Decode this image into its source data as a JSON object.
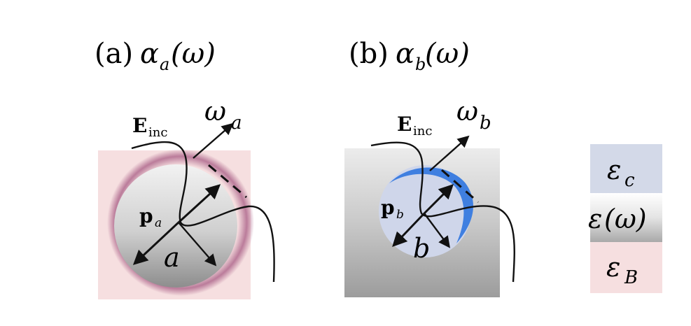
{
  "panel_a": {
    "label": "(a)",
    "alpha": "α",
    "alpha_sub": "a",
    "omega_arg": "(ω)",
    "e_inc_bold": "E",
    "e_inc_sub": "inc",
    "omega": "ω",
    "omega_sub": "a",
    "p_bold": "p",
    "p_sub": "a",
    "radius": "a"
  },
  "panel_b": {
    "label": "(b)",
    "alpha": "α",
    "alpha_sub": "b",
    "omega_arg": "(ω)",
    "e_inc_bold": "E",
    "e_inc_sub": "inc",
    "omega": "ω",
    "omega_sub": "b",
    "p_bold": "p",
    "p_sub": "b",
    "radius": "b"
  },
  "legend": {
    "core": {
      "symbol": "ε",
      "sub": "c"
    },
    "shell": {
      "symbol": "ε",
      "arg": "(ω)"
    },
    "background": {
      "symbol": "ε",
      "sub": "B"
    }
  },
  "colors": {
    "background_a": "#f6dfe0",
    "shell_a": "#b06a8e",
    "background_b_top": "#e6e6e6",
    "background_b_bottom": "#a8a8a8",
    "shell_b": "#3f7fe0",
    "core_b": "#cfd6ea",
    "legend_core": "#d3d9e8",
    "legend_background": "#f6dfe0"
  }
}
